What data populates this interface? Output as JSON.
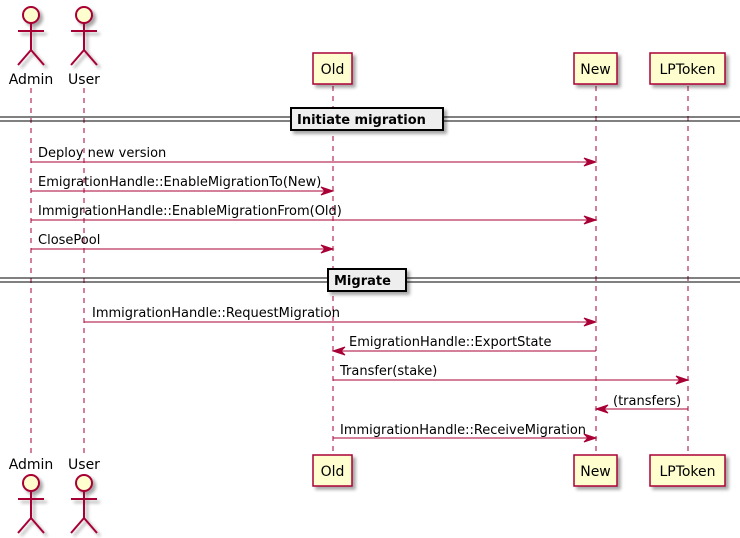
{
  "colors": {
    "actor_fill": "#FEFECE",
    "actor_stroke": "#A80036",
    "participant_fill": "#FEFECE",
    "participant_stroke": "#A80036",
    "lifeline": "#A80036",
    "arrow": "#A80036",
    "divider_fill": "#EEEEEE",
    "divider_stroke": "#000000"
  },
  "participants": {
    "admin": "Admin",
    "user": "User",
    "old": "Old",
    "new": "New",
    "lptoken": "LPToken"
  },
  "dividers": {
    "initiate": "Initiate migration",
    "migrate": "Migrate"
  },
  "messages": {
    "m1": "Deploy new version",
    "m2": "EmigrationHandle::EnableMigrationTo(New)",
    "m3": "ImmigrationHandle::EnableMigrationFrom(Old)",
    "m4": "ClosePool",
    "m5": "ImmigrationHandle::RequestMigration",
    "m6": "EmigrationHandle::ExportState",
    "m7": "Transfer(stake)",
    "m8": "(transfers)",
    "m9": "ImmigrationHandle::ReceiveMigration"
  }
}
